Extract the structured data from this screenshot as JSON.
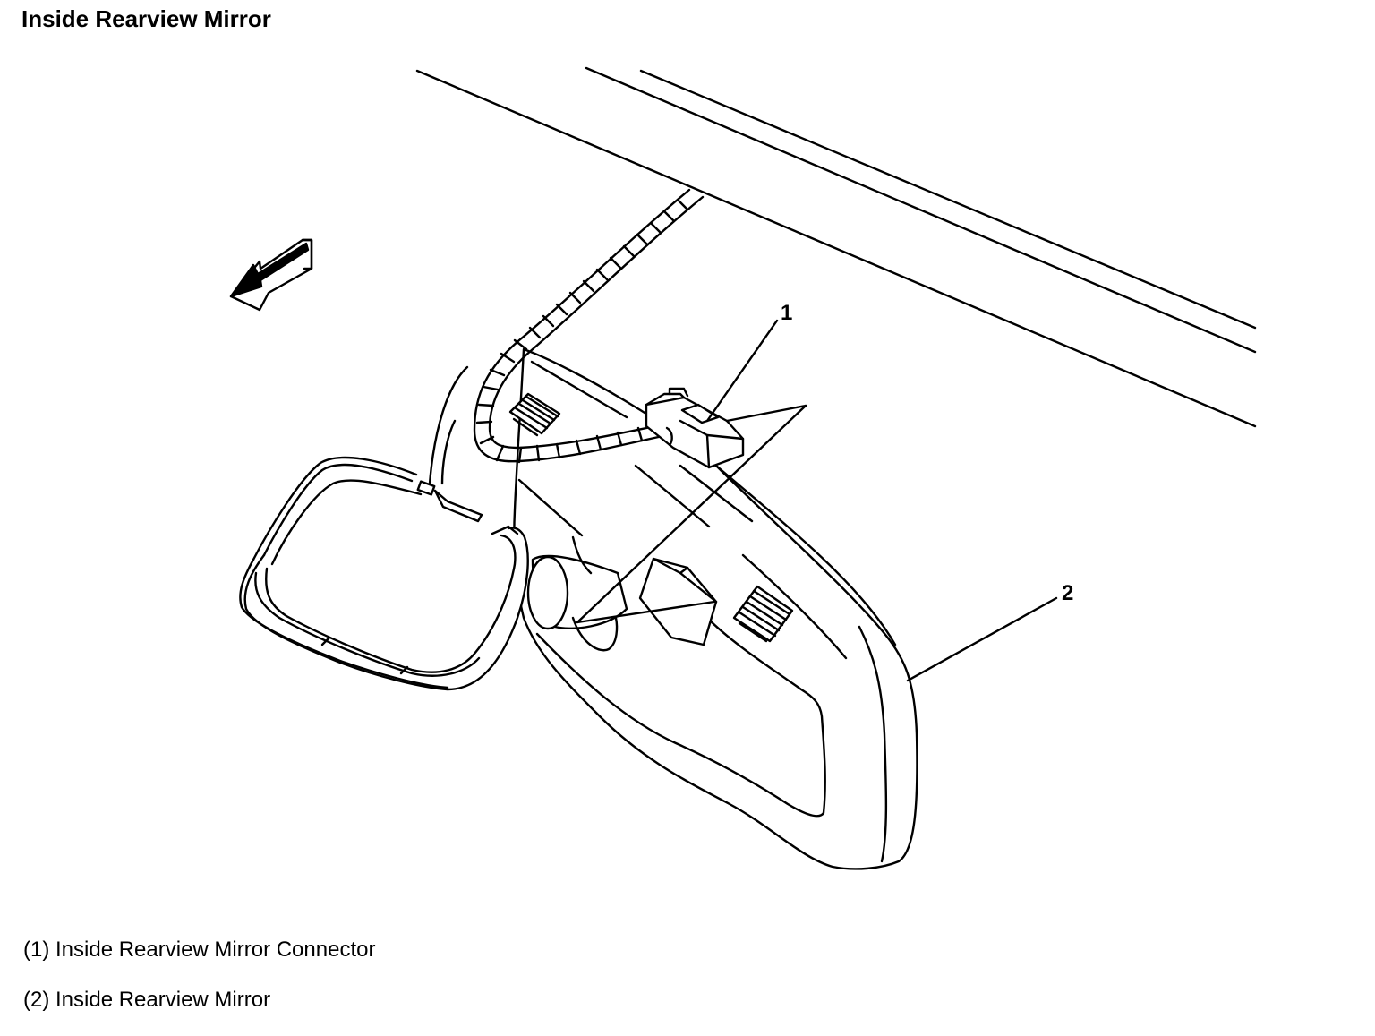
{
  "title": "Inside Rearview Mirror",
  "callouts": [
    {
      "number": "1"
    },
    {
      "number": "2"
    }
  ],
  "legend": [
    {
      "text": "(1) Inside Rearview Mirror Connector"
    },
    {
      "text": "(2) Inside Rearview Mirror"
    }
  ]
}
